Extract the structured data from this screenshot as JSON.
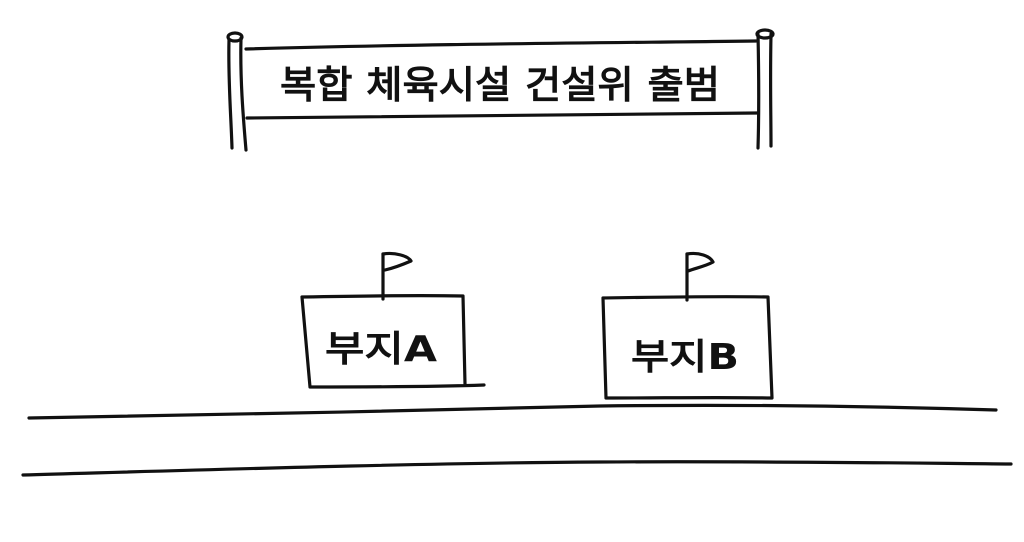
{
  "banner": {
    "title": "복합 체육시설 건설위 출범"
  },
  "sites": [
    {
      "label": "부지A"
    },
    {
      "label": "부지B"
    }
  ],
  "colors": {
    "ink": "#111111",
    "paper": "#ffffff"
  }
}
